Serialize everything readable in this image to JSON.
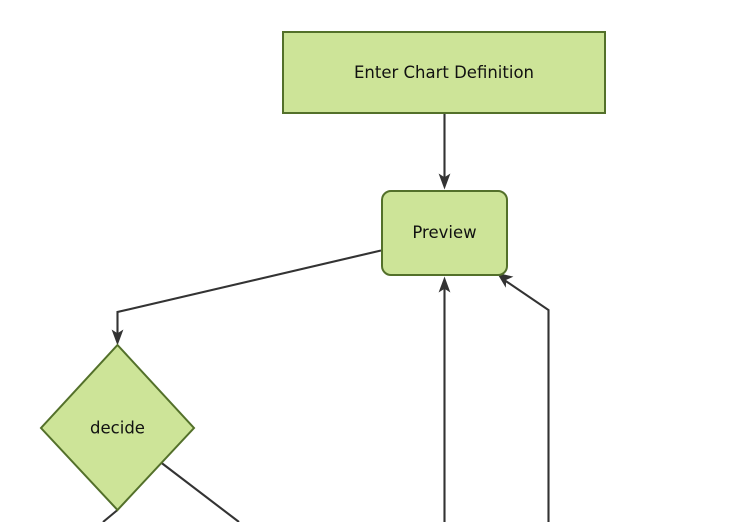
{
  "diagram": {
    "type": "flowchart",
    "title": "",
    "background_color": "#ffffff",
    "node_fill_color": "#cde498",
    "node_stroke_color": "#53702a",
    "edge_color": "#333333",
    "nodes": [
      {
        "id": "enter",
        "label": "Enter Chart Definition",
        "shape": "rectangle"
      },
      {
        "id": "preview",
        "label": "Preview",
        "shape": "rounded-rectangle"
      },
      {
        "id": "decide",
        "label": "decide",
        "shape": "diamond"
      }
    ],
    "edges": [
      {
        "from": "enter",
        "to": "preview",
        "label": ""
      },
      {
        "from": "preview",
        "to": "decide",
        "label": ""
      },
      {
        "from": "below-left",
        "to": "preview",
        "label": ""
      },
      {
        "from": "below-right",
        "to": "preview",
        "label": ""
      },
      {
        "from": "decide",
        "to": "below-a",
        "label": ""
      },
      {
        "from": "decide",
        "to": "below-b",
        "label": ""
      }
    ]
  }
}
